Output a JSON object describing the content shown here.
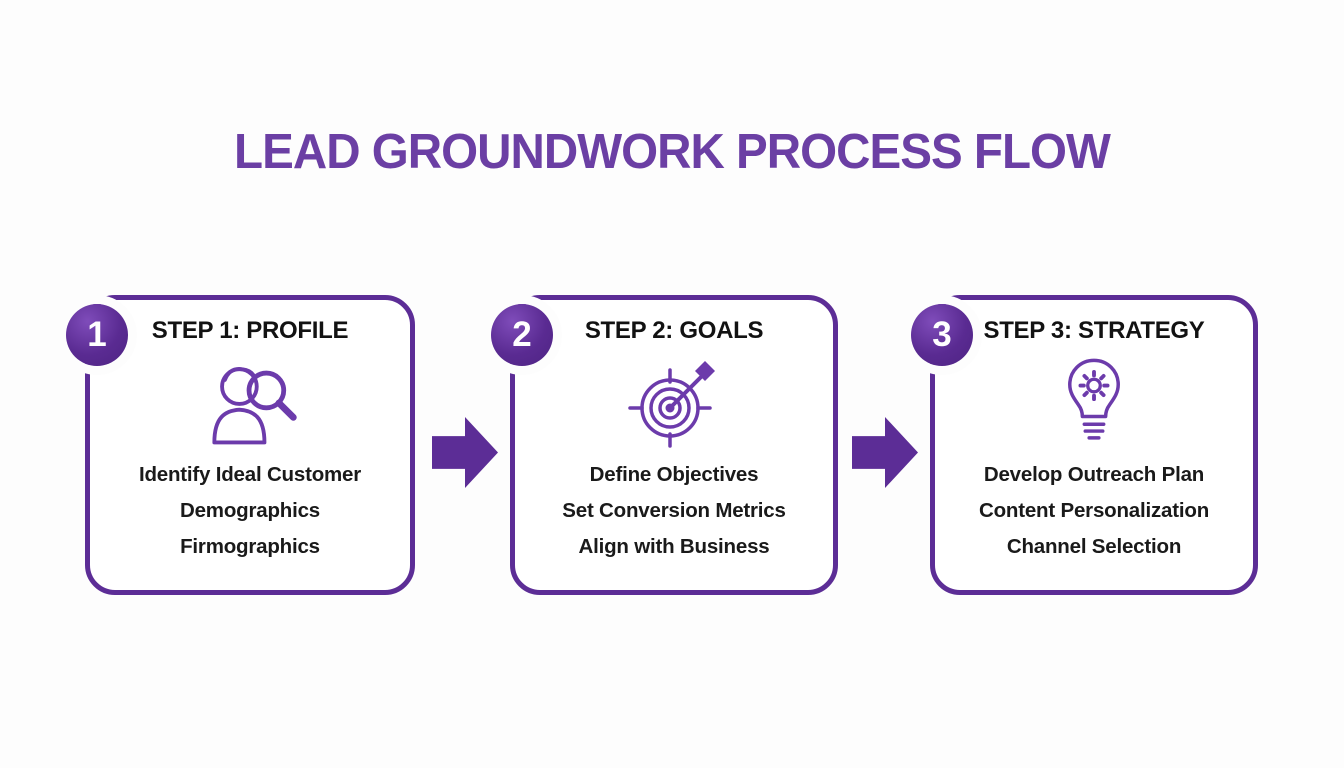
{
  "title": "LEAD GROUNDWORK PROCESS FLOW",
  "colors": {
    "title": "#6B3FA4",
    "border": "#5C2D96",
    "badge": "#4E2383",
    "icon": "#6C3BAB",
    "arrow": "#5C2D96",
    "text": "#1A1A1A"
  },
  "steps": [
    {
      "number": "1",
      "title": "STEP 1: PROFILE",
      "icon": "person-magnifier-icon",
      "items": [
        "Identify Ideal Customer",
        "Demographics",
        "Firmographics"
      ]
    },
    {
      "number": "2",
      "title": "STEP 2: GOALS",
      "icon": "target-dart-icon",
      "items": [
        "Define Objectives",
        "Set Conversion Metrics",
        "Align with Business"
      ]
    },
    {
      "number": "3",
      "title": "STEP 3: STRATEGY",
      "icon": "lightbulb-gear-icon",
      "items": [
        "Develop Outreach Plan",
        "Content Personalization",
        "Channel Selection"
      ]
    }
  ]
}
